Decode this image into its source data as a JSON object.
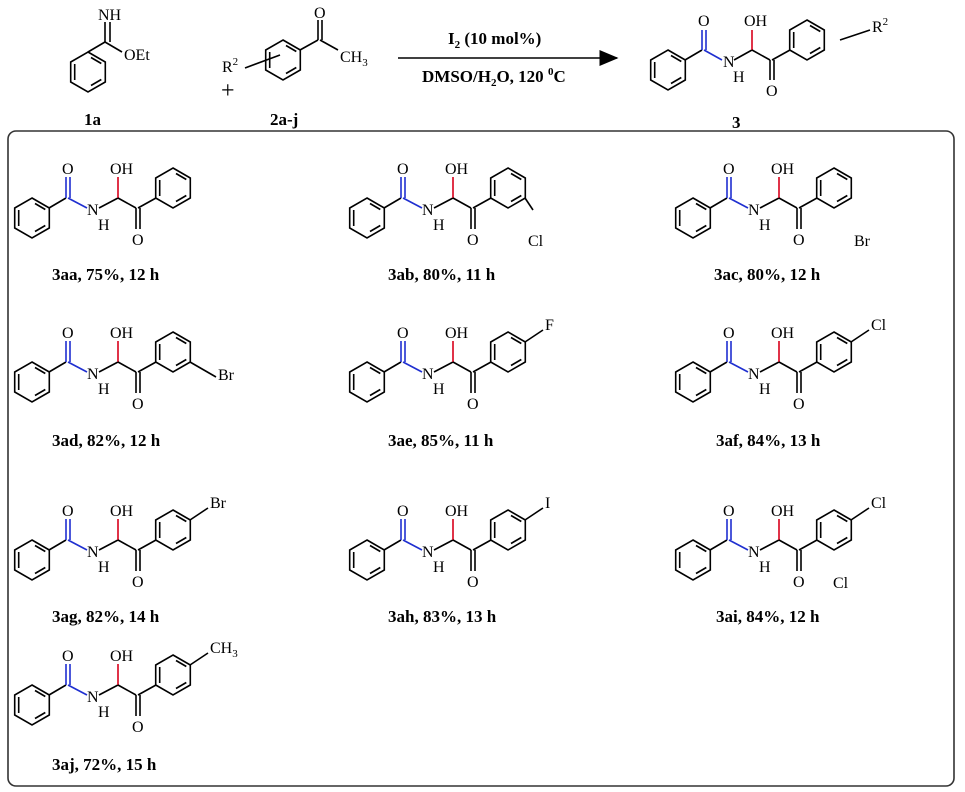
{
  "scheme": {
    "reactant1": {
      "label": "1a",
      "imine": "NH",
      "ester": "OEt"
    },
    "reactant2": {
      "label": "2a-j",
      "substituent": "R",
      "sub_sup": "2",
      "ketone_o": "O",
      "methyl": "CH",
      "methyl_sub": "3",
      "plus": "+"
    },
    "conditions": {
      "reagent_main": "I",
      "reagent_sub": "2",
      "reagent_rest": " (10 mol%)",
      "solvent_pre": "DMSO/H",
      "solvent_sub": "2",
      "solvent_post": "O, 120 ",
      "temp_sup": "0",
      "temp_unit": "C"
    },
    "product": {
      "label": "3",
      "substituent": "R",
      "sub_sup": "2",
      "o_amide": "O",
      "nh": "H",
      "n": "N",
      "oh": "OH",
      "o_ketone": "O"
    }
  },
  "atoms": {
    "O": "O",
    "N": "N",
    "H": "H",
    "OH": "OH",
    "Cl": "Cl",
    "Br": "Br",
    "F": "F",
    "I": "I",
    "CH3": "CH",
    "sub3": "3"
  },
  "products": [
    {
      "caption": "3aa, 75%, 12 h"
    },
    {
      "caption": "3ab, 80%, 11 h"
    },
    {
      "caption": "3ac, 80%, 12 h"
    },
    {
      "caption": "3ad, 82%, 12 h"
    },
    {
      "caption": "3ae, 85%, 11 h"
    },
    {
      "caption": "3af, 84%, 13 h"
    },
    {
      "caption": "3ag, 82%, 14 h"
    },
    {
      "caption": "3ah, 83%, 13 h"
    },
    {
      "caption": "3ai, 84%, 12 h"
    },
    {
      "caption": "3aj, 72%, 15 h"
    }
  ],
  "colors": {
    "oxygen_bond": "#d9001b",
    "nitrogen_bond": "#1f2fd0",
    "line": "#000000",
    "frame": "#333333"
  }
}
